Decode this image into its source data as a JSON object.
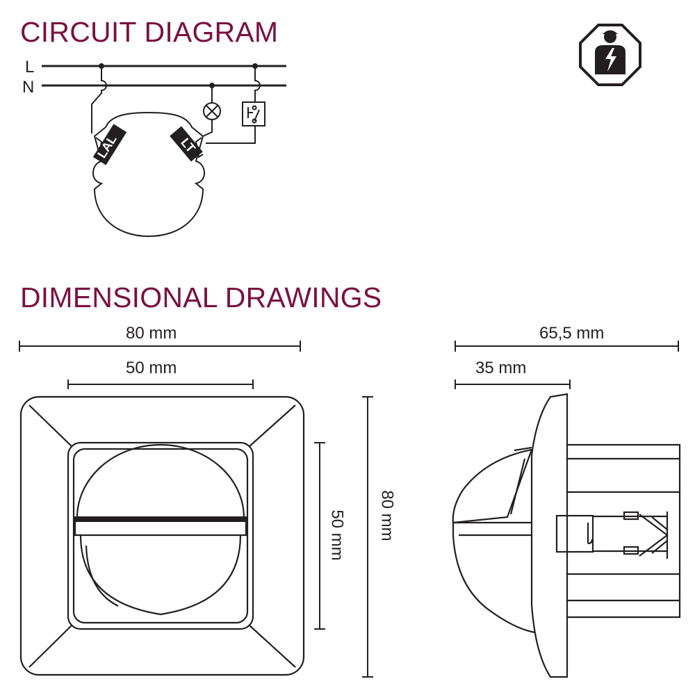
{
  "colors": {
    "heading": "#7a1142",
    "line": "#231f20",
    "background": "#ffffff"
  },
  "circuit": {
    "title": "CIRCUIT DIAGRAM",
    "line_labels": [
      "L",
      "N"
    ],
    "terminal_left": "LAL",
    "terminal_right": "LT",
    "icons": [
      "lamp-icon",
      "pushbutton-icon",
      "electrician-warning-icon"
    ]
  },
  "dimensions": {
    "title": "DIMENSIONAL DRAWINGS",
    "front": {
      "width_outer": "80 mm",
      "width_inner": "50 mm",
      "height_inner": "50 mm",
      "height_outer": "80 mm"
    },
    "side": {
      "depth_total": "65,5 mm",
      "depth_flush": "35 mm"
    }
  }
}
